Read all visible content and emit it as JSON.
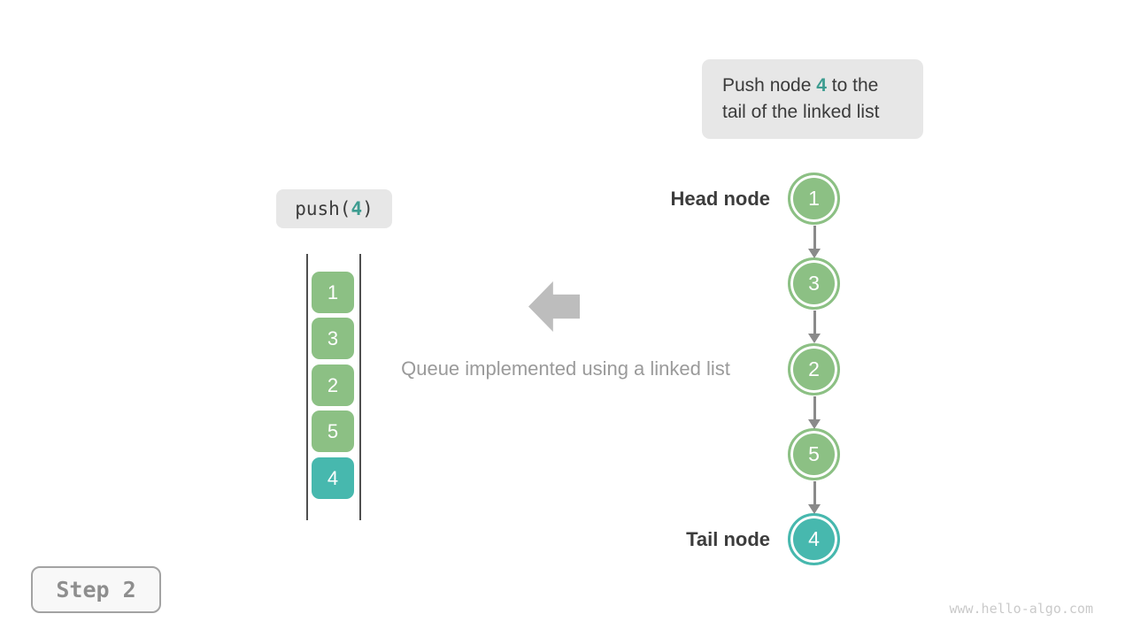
{
  "callout": {
    "line1_pre": "Push node ",
    "highlight": "4",
    "line1_post": " to the",
    "line2": "tail of the linked list"
  },
  "push_label": {
    "pre": "push(",
    "arg": "4",
    "post": ")"
  },
  "queue_stack": {
    "items": [
      {
        "value": "1",
        "color": "green"
      },
      {
        "value": "3",
        "color": "green"
      },
      {
        "value": "2",
        "color": "green"
      },
      {
        "value": "5",
        "color": "green"
      },
      {
        "value": "4",
        "color": "teal"
      }
    ]
  },
  "caption": {
    "text": "Queue implemented using a linked list"
  },
  "linked_list": {
    "head_label": "Head node",
    "tail_label": "Tail node",
    "nodes": [
      {
        "value": "1",
        "color": "green"
      },
      {
        "value": "3",
        "color": "green"
      },
      {
        "value": "2",
        "color": "green"
      },
      {
        "value": "5",
        "color": "green"
      },
      {
        "value": "4",
        "color": "teal"
      }
    ]
  },
  "step_badge": {
    "label": "Step 2"
  },
  "watermark": {
    "text": "www.hello-algo.com"
  },
  "colors": {
    "node_green": "#8cc084",
    "node_teal": "#47b8ae",
    "highlight_text": "#3d9c90",
    "bubble_bg": "#e7e7e7",
    "big_arrow_grey": "#bdbdbd",
    "link_arrow_grey": "#8a8a8a",
    "text_dark": "#3c3c3c",
    "caption_grey": "#9a9a9a"
  }
}
